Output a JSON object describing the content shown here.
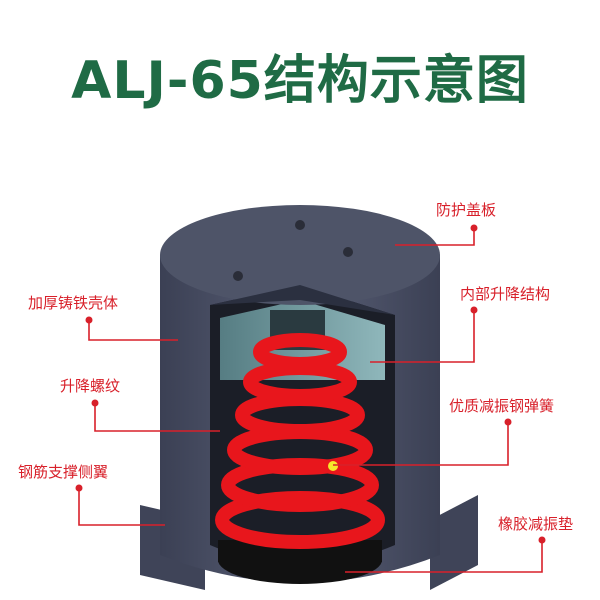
{
  "title": "ALJ-65结构示意图",
  "labels": {
    "cover": "防护盖板",
    "shell": "加厚铸铁壳体",
    "inner": "内部升降结构",
    "thread": "升降螺纹",
    "spring": "优质减振钢弹簧",
    "wing": "钢筋支撑侧翼",
    "pad": "橡胶减振垫"
  },
  "colors": {
    "title": "#1f6b45",
    "label": "#d8202a",
    "shell": "#4a5066",
    "spring": "#e8161c",
    "inner": "#6e9aa0",
    "pad": "#111111"
  }
}
